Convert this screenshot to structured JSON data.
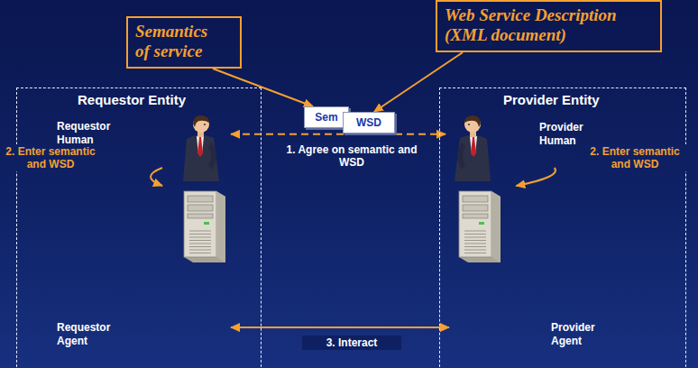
{
  "diagram": {
    "nodes": [
      {
        "text": [
          "Semantics of service"
        ]
      },
      {
        "text": [
          "Web Service Description (XML document)"
        ]
      },
      {
        "text": [
          "Requestor Entity"
        ]
      },
      {
        "text": [
          "Requestor Human"
        ],
        "in": 2
      },
      {
        "text": [
          "Requestor Agent"
        ],
        "in": 2
      },
      {
        "text": [
          "Sem"
        ]
      },
      {
        "text": [
          "WSD"
        ]
      },
      {
        "text": [
          "Provider Entity"
        ]
      },
      {
        "text": [
          "Provider Human"
        ],
        "in": 7
      },
      {
        "text": [
          "Provider Agent"
        ],
        "in": 7
      }
    ],
    "edges": [
      {
        "from": 0,
        "to": 5,
        "arrow": "to"
      },
      {
        "from": 1,
        "to": 6,
        "arrow": "to"
      },
      {
        "from": 3,
        "to": 8,
        "label": "1. Agree on semantic and WSD",
        "arrow": "both"
      },
      {
        "from": 3,
        "to": 4,
        "label": "2. Enter semantic and WSD",
        "arrow": "to"
      },
      {
        "from": 8,
        "to": 9,
        "label": "2. Enter semantic and WSD",
        "arrow": "to"
      },
      {
        "from": 4,
        "to": 9,
        "label": "3. Interact",
        "arrow": "both"
      }
    ]
  }
}
